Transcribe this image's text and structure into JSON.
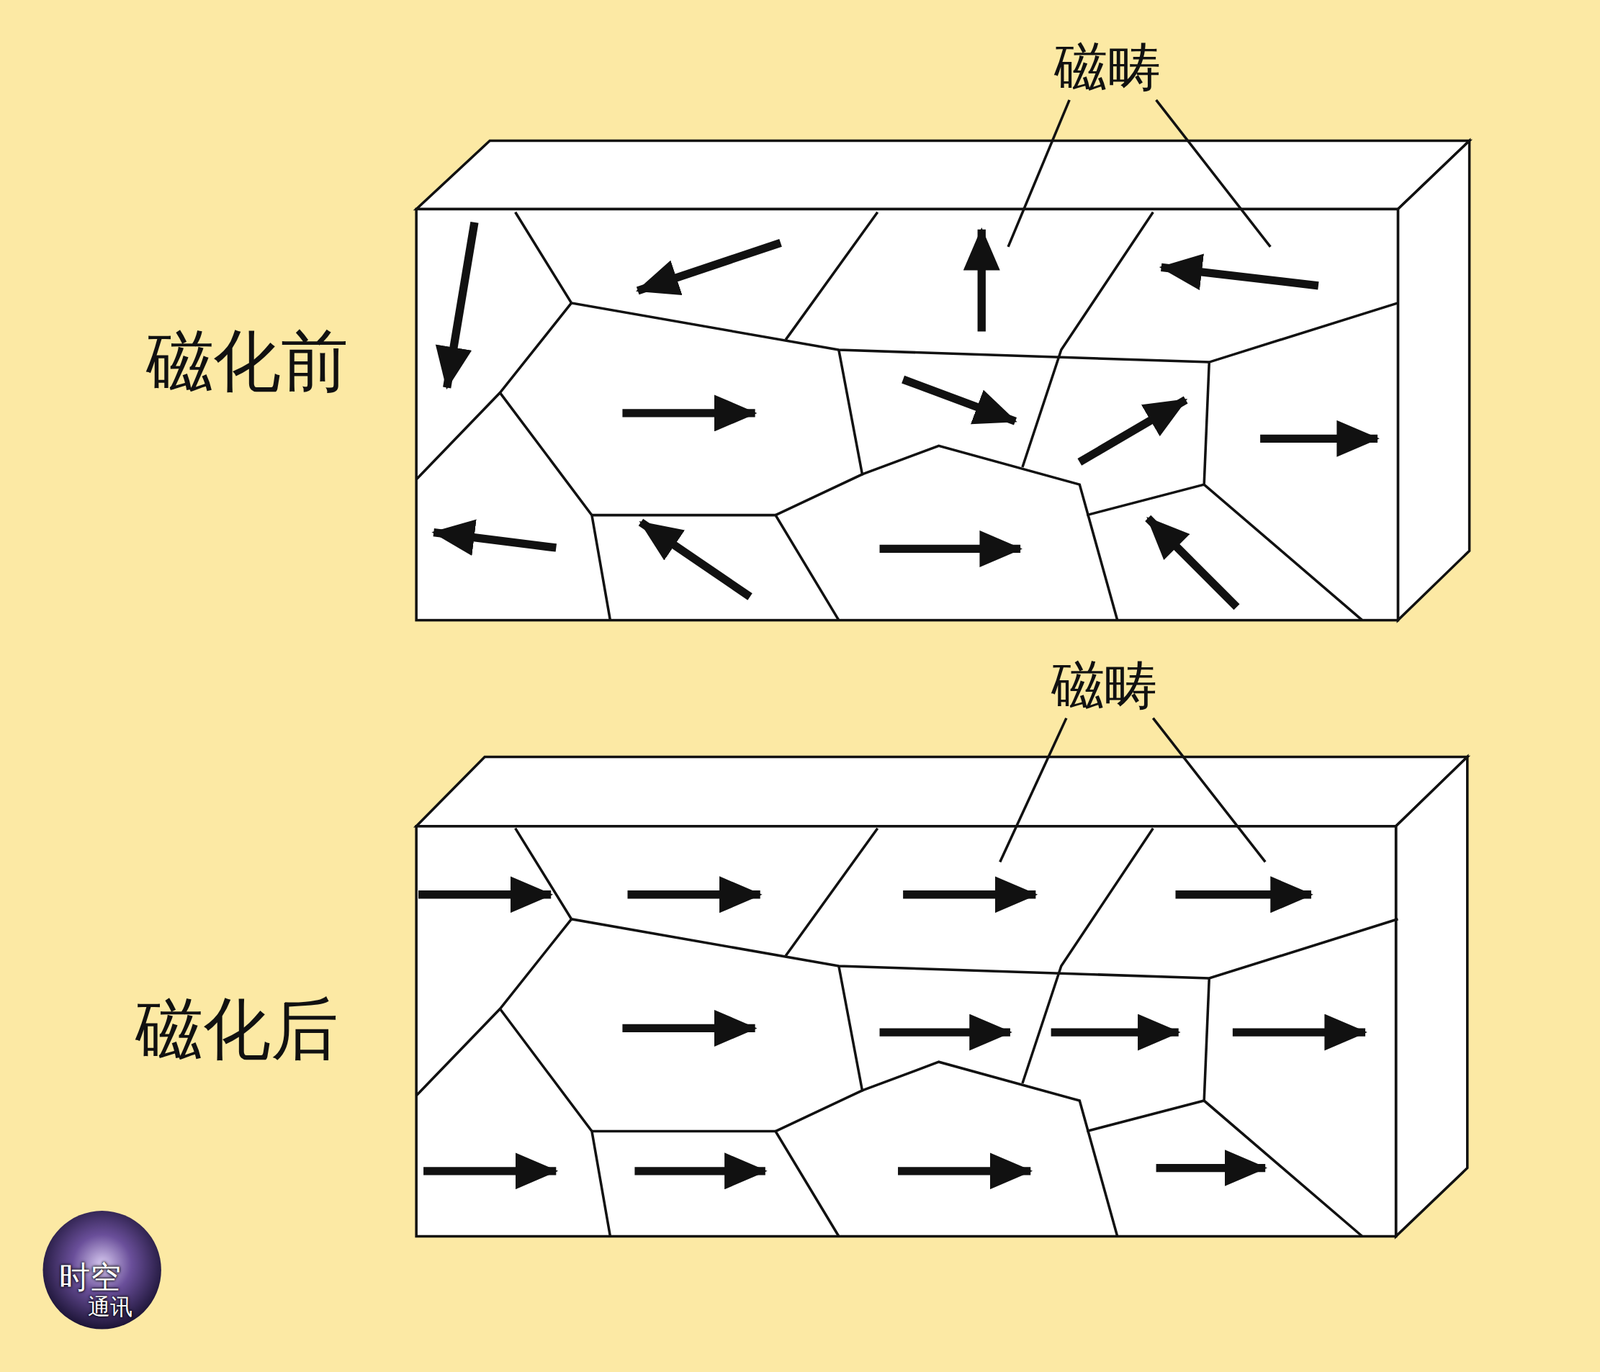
{
  "diagram": {
    "labels": [
      "磁畴",
      "磁化前",
      "磁畴",
      "磁化后",
      "时空",
      "通讯"
    ]
  }
}
